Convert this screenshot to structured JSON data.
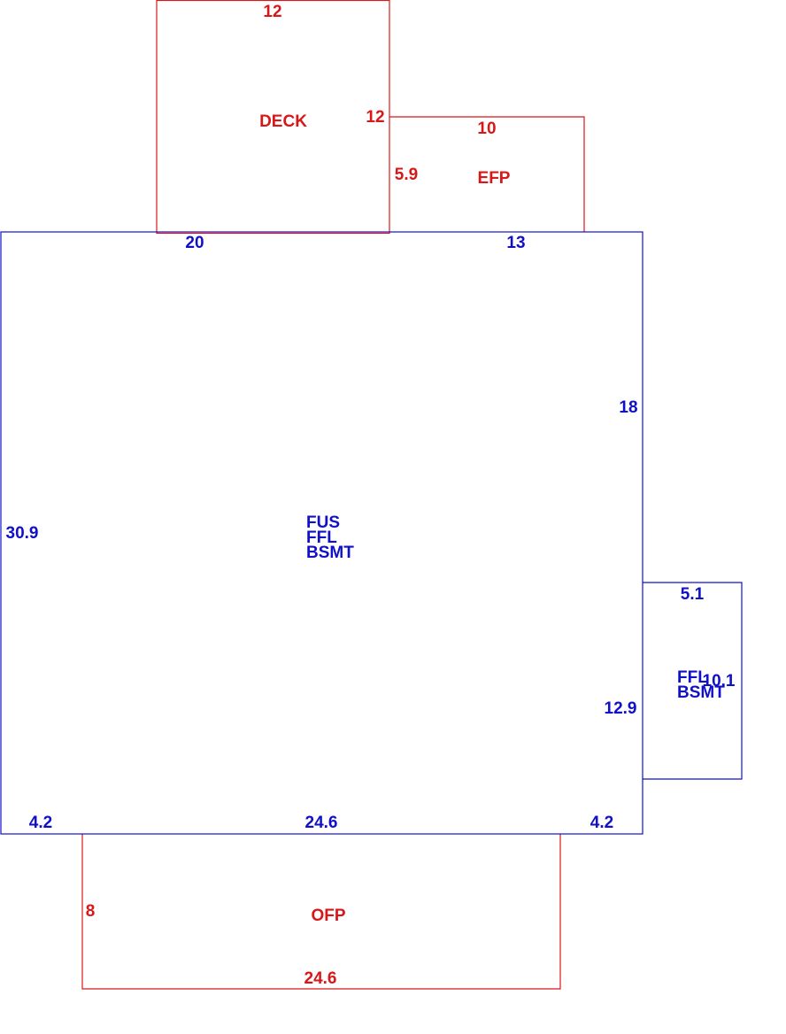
{
  "colors": {
    "main": "#1010c8",
    "aux": "#d81818"
  },
  "deck": {
    "label": "DECK",
    "dim_top": "12",
    "dim_right": "12"
  },
  "efp": {
    "label": "EFP",
    "dim_top": "10",
    "dim_left": "5.9"
  },
  "main_structure": {
    "labels": [
      "FUS",
      "FFL",
      "BSMT"
    ],
    "dim_top_left": "20",
    "dim_top_right": "13",
    "dim_right_upper": "18",
    "dim_left": "30.9",
    "dim_right_lower": "12.9",
    "dim_bottom_left": "4.2",
    "dim_bottom": "24.6",
    "dim_bottom_right": "4.2"
  },
  "bump_out": {
    "labels": [
      "FFL",
      "BSMT"
    ],
    "dim_top": "5.1",
    "dim_right": "10.1"
  },
  "ofp": {
    "label": "OFP",
    "dim_left": "8",
    "dim_bottom": "24.6"
  }
}
